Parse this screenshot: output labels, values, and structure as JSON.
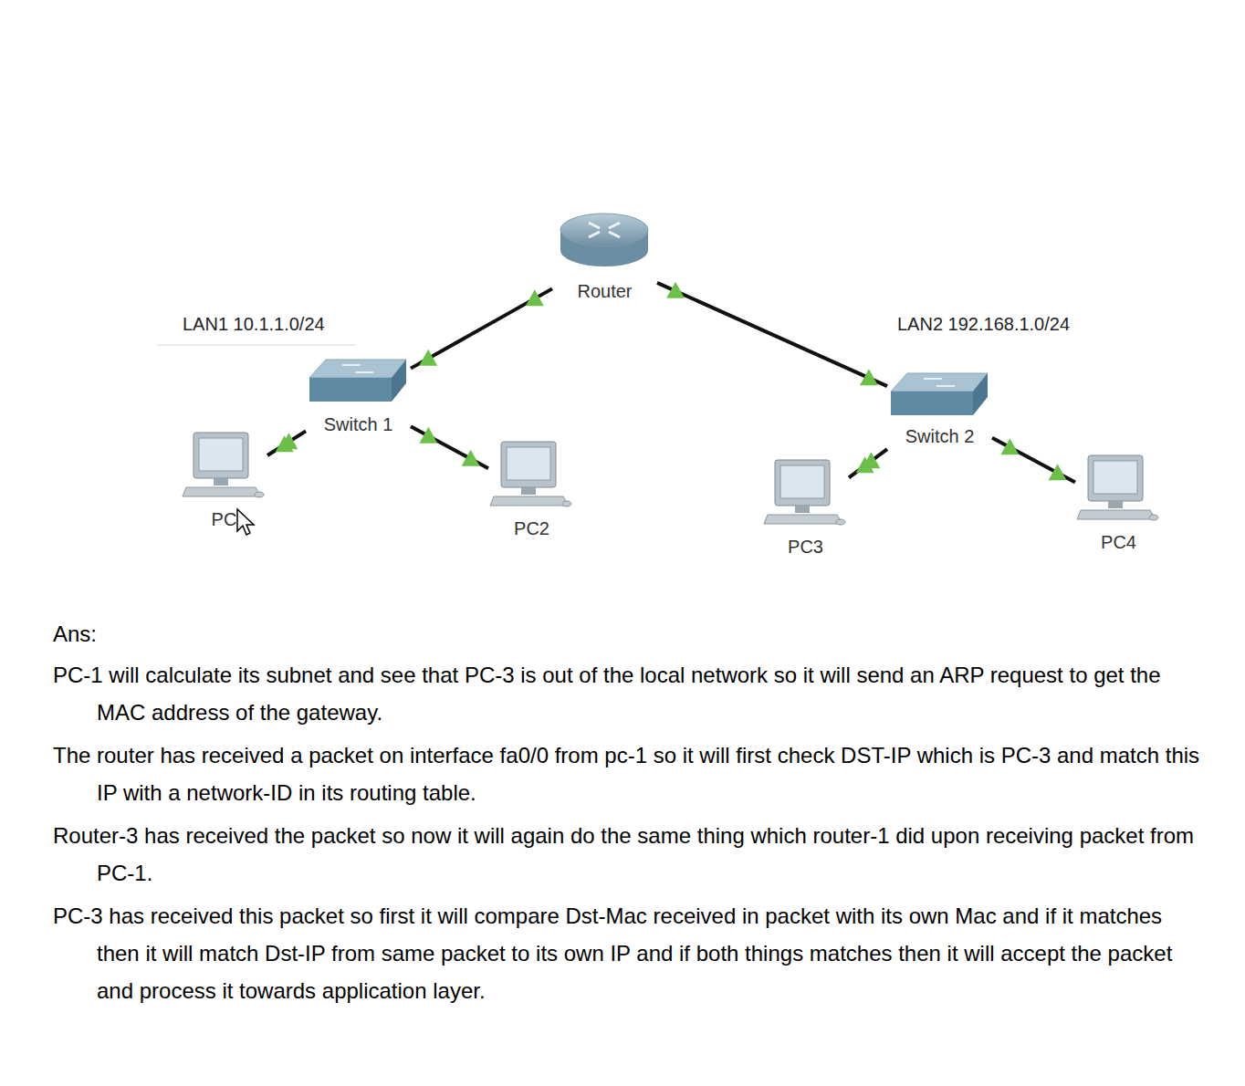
{
  "diagram": {
    "nodes": [
      {
        "text": [
          "Router"
        ]
      },
      {
        "text": [
          "Switch 1"
        ]
      },
      {
        "text": [
          "Switch 2"
        ]
      },
      {
        "text": [
          "PC"
        ]
      },
      {
        "text": [
          "PC2"
        ]
      },
      {
        "text": [
          "PC3"
        ]
      },
      {
        "text": [
          "PC4"
        ]
      }
    ],
    "edges": [
      {
        "from": 0,
        "to": 1,
        "arrow": "none"
      },
      {
        "from": 0,
        "to": 2,
        "arrow": "none"
      },
      {
        "from": 1,
        "to": 3,
        "arrow": "none"
      },
      {
        "from": 1,
        "to": 4,
        "arrow": "none"
      },
      {
        "from": 2,
        "to": 5,
        "arrow": "none"
      },
      {
        "from": 2,
        "to": 6,
        "arrow": "none"
      }
    ],
    "labels": [
      "LAN1 10.1.1.0/24",
      "LAN2 192.168.1.0/24",
      "Ans:",
      "PC-1 will calculate its subnet and see that PC-3 is out of the local network so it will send an ARP request to get the MAC address of the gateway.",
      "The router has received a packet on interface fa0/0 from pc-1 so it will first check DST-IP which is PC-3 and match this IP with a network-ID in its routing table.",
      "Router-3 has received the packet so now it will again do the same thing which router-1 did upon receiving packet from PC-1.",
      "PC-3 has received this packet so first it will compare Dst-Mac received in packet with its own Mac and if it matches then it will match Dst-IP from same packet to its own IP and if both things matches then it will accept the packet and process it towards application layer."
    ]
  }
}
